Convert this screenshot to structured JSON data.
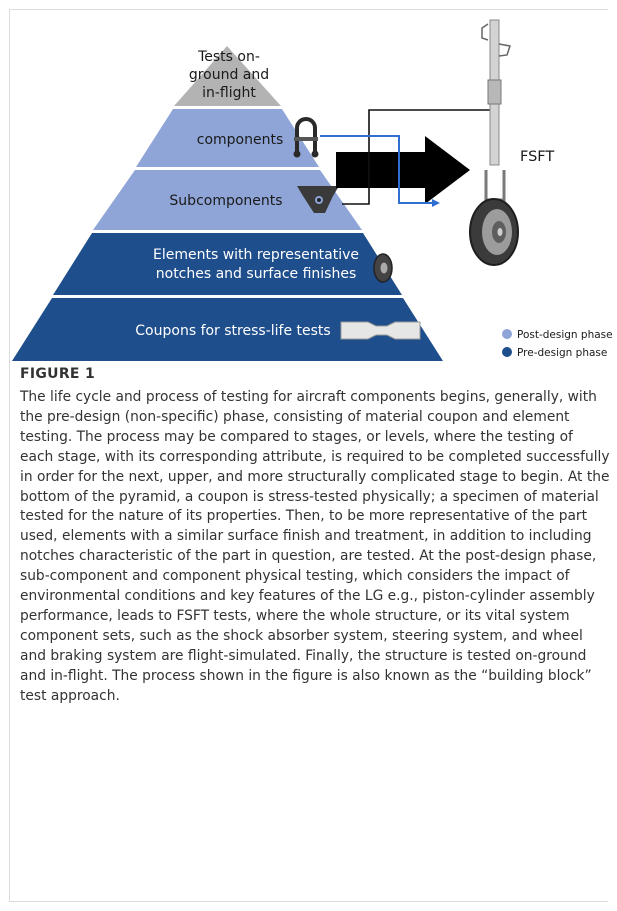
{
  "diagram": {
    "tiers": [
      {
        "id": "flight",
        "lines": [
          "Tests on-",
          "ground and",
          "in-flight"
        ],
        "color": "#b3b3b3"
      },
      {
        "id": "components",
        "lines": [
          "components"
        ],
        "color": "#8fa5d8"
      },
      {
        "id": "subcomponents",
        "lines": [
          "Subcomponents"
        ],
        "color": "#8fa5d8"
      },
      {
        "id": "elements",
        "lines": [
          "Elements with representative",
          "notches and surface finishes"
        ],
        "color": "#1f4e8c"
      },
      {
        "id": "coupons",
        "lines": [
          "Coupons for stress-life tests"
        ],
        "color": "#1f4e8c"
      }
    ],
    "fsft_label": "FSFT",
    "legend": [
      {
        "label": "Post-design phase",
        "color": "#8fa5d8"
      },
      {
        "label": "Pre-design phase",
        "color": "#1f4e8c"
      }
    ]
  },
  "figure": {
    "title": "FIGURE 1",
    "caption": "The life cycle and process of testing for aircraft components begins, generally, with the pre-design (non-specific) phase, consisting of material coupon and element testing. The process may be compared to stages, or levels, where the testing of each stage, with its corresponding attribute, is required to be completed successfully in order for the next, upper, and more structurally complicated stage to begin. At the bottom of the pyramid, a coupon is stress-tested physically; a specimen of material tested for the nature of its properties. Then, to be more representative of the part used, elements with a similar surface finish and treatment, in addition to including notches characteristic of the part in question, are tested. At the post-design phase, sub-component and component physical testing, which considers the impact of environmental conditions and key features of the LG e.g., piston-cylinder assembly performance, leads to FSFT tests, where the whole structure, or its vital system component sets, such as the shock absorber system, steering system, and wheel and braking system are flight-simulated. Finally, the structure is tested on-ground and in-flight. The process shown in the figure is also known as the “building block” test approach."
  }
}
